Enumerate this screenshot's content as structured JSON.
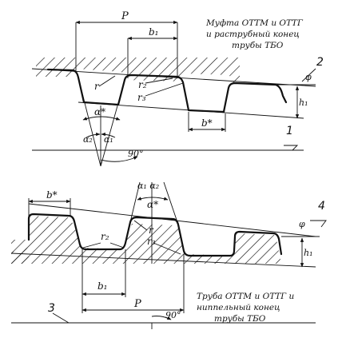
{
  "top_diagram": {
    "caption_lines": [
      "Муфта ОТТМ и ОТТГ",
      "и раструбный конец",
      "трубы ТБО"
    ],
    "labels": {
      "pitch": "P",
      "b1": "b₁",
      "b_star": "b*",
      "r": "r",
      "r2": "r₂",
      "r3": "r₃",
      "alpha_star": "α*",
      "alpha1": "α₁",
      "alpha2": "α₂",
      "angle90": "90°",
      "phi": "φ",
      "h1": "h₁"
    },
    "callouts": [
      "1",
      "2"
    ]
  },
  "bottom_diagram": {
    "caption_lines": [
      "Труба ОТТМ и ОТТГ и",
      "ниппельный конец",
      "трубы ТБО"
    ],
    "labels": {
      "pitch": "P",
      "b1": "b₁",
      "b_star": "b*",
      "r": "r",
      "r2": "r₂",
      "r3": "r₃",
      "alpha_star": "α*",
      "alpha1_alpha2": "α₁ α₂",
      "angle90": "90°",
      "phi": "φ",
      "h1": "h₁"
    },
    "callouts": [
      "3",
      "4"
    ]
  }
}
